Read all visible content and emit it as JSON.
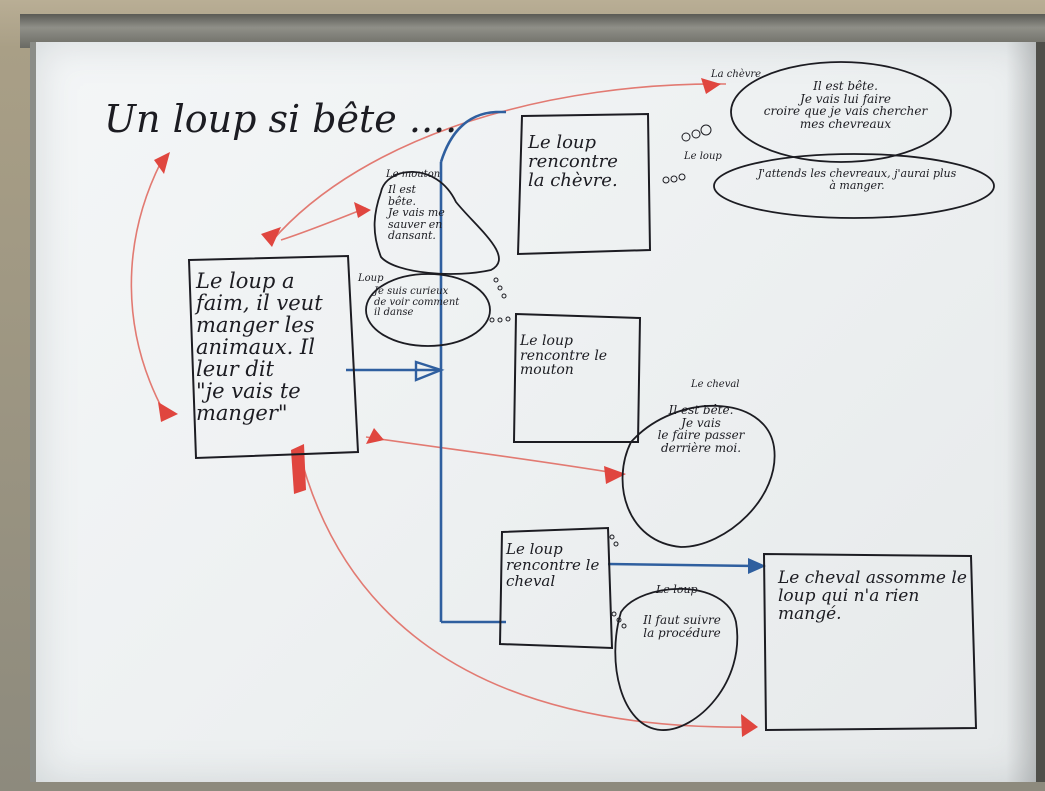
{
  "title": "Un loup si bête ....",
  "boxes": {
    "start": "Le loup a\nfaim, il veut\nmanger les\nanimaux. Il\nleur dit\n\"je vais te manger\"",
    "chevre": "Le loup rencontre\nla chèvre.",
    "mouton": "Le loup\nrencontre le\nmouton",
    "cheval": "Le loup\nrencontre le\ncheval",
    "fin": "Le cheval assomme le\nloup qui n'a rien\nmangé."
  },
  "bubbles": {
    "mouton_label": "Le mouton",
    "mouton_text": "Il est\nbête.\nJe vais me\nsauver en\ndansant.",
    "loup1_label": "Loup",
    "loup1_text": "Je suis curieux\nde voir comment\nil danse",
    "chevre_label": "La chèvre",
    "chevre_text": "Il est bête.\nJe vais lui faire\ncroire que je vais chercher\nmes chevreaux",
    "loup2_label": "Le loup",
    "loup2_text": "J'attends les chevreaux, j'aurai plus\nà manger.",
    "cheval_label": "Le cheval",
    "cheval_text": "Il est bête.\nJe vais\nle faire passer\nderrière moi.",
    "loup3_label": "Le loup",
    "loup3_text": "Il faut suivre\nla procédure"
  },
  "colors": {
    "ink": "#1c1c22",
    "blue_marker": "#2f5f9f",
    "red_marker": "#e0463f"
  }
}
